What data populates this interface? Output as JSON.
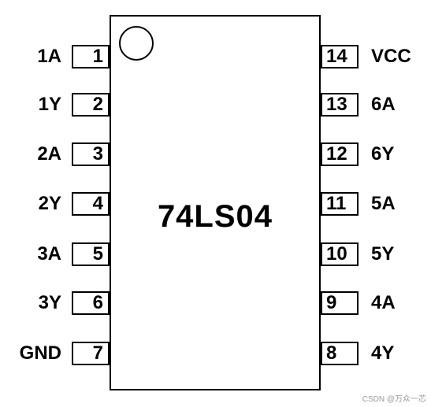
{
  "chip": {
    "name": "74LS04"
  },
  "left_pins": [
    {
      "label": "1A",
      "number": "1"
    },
    {
      "label": "1Y",
      "number": "2"
    },
    {
      "label": "2A",
      "number": "3"
    },
    {
      "label": "2Y",
      "number": "4"
    },
    {
      "label": "3A",
      "number": "5"
    },
    {
      "label": "3Y",
      "number": "6"
    },
    {
      "label": "GND",
      "number": "7"
    }
  ],
  "right_pins": [
    {
      "label": "VCC",
      "number": "14"
    },
    {
      "label": "6A",
      "number": "13"
    },
    {
      "label": "6Y",
      "number": "12"
    },
    {
      "label": "5A",
      "number": "11"
    },
    {
      "label": "5Y",
      "number": "10"
    },
    {
      "label": "4A",
      "number": "9"
    },
    {
      "label": "4Y",
      "number": "8"
    }
  ],
  "watermark": "CSDN @万众一芯"
}
